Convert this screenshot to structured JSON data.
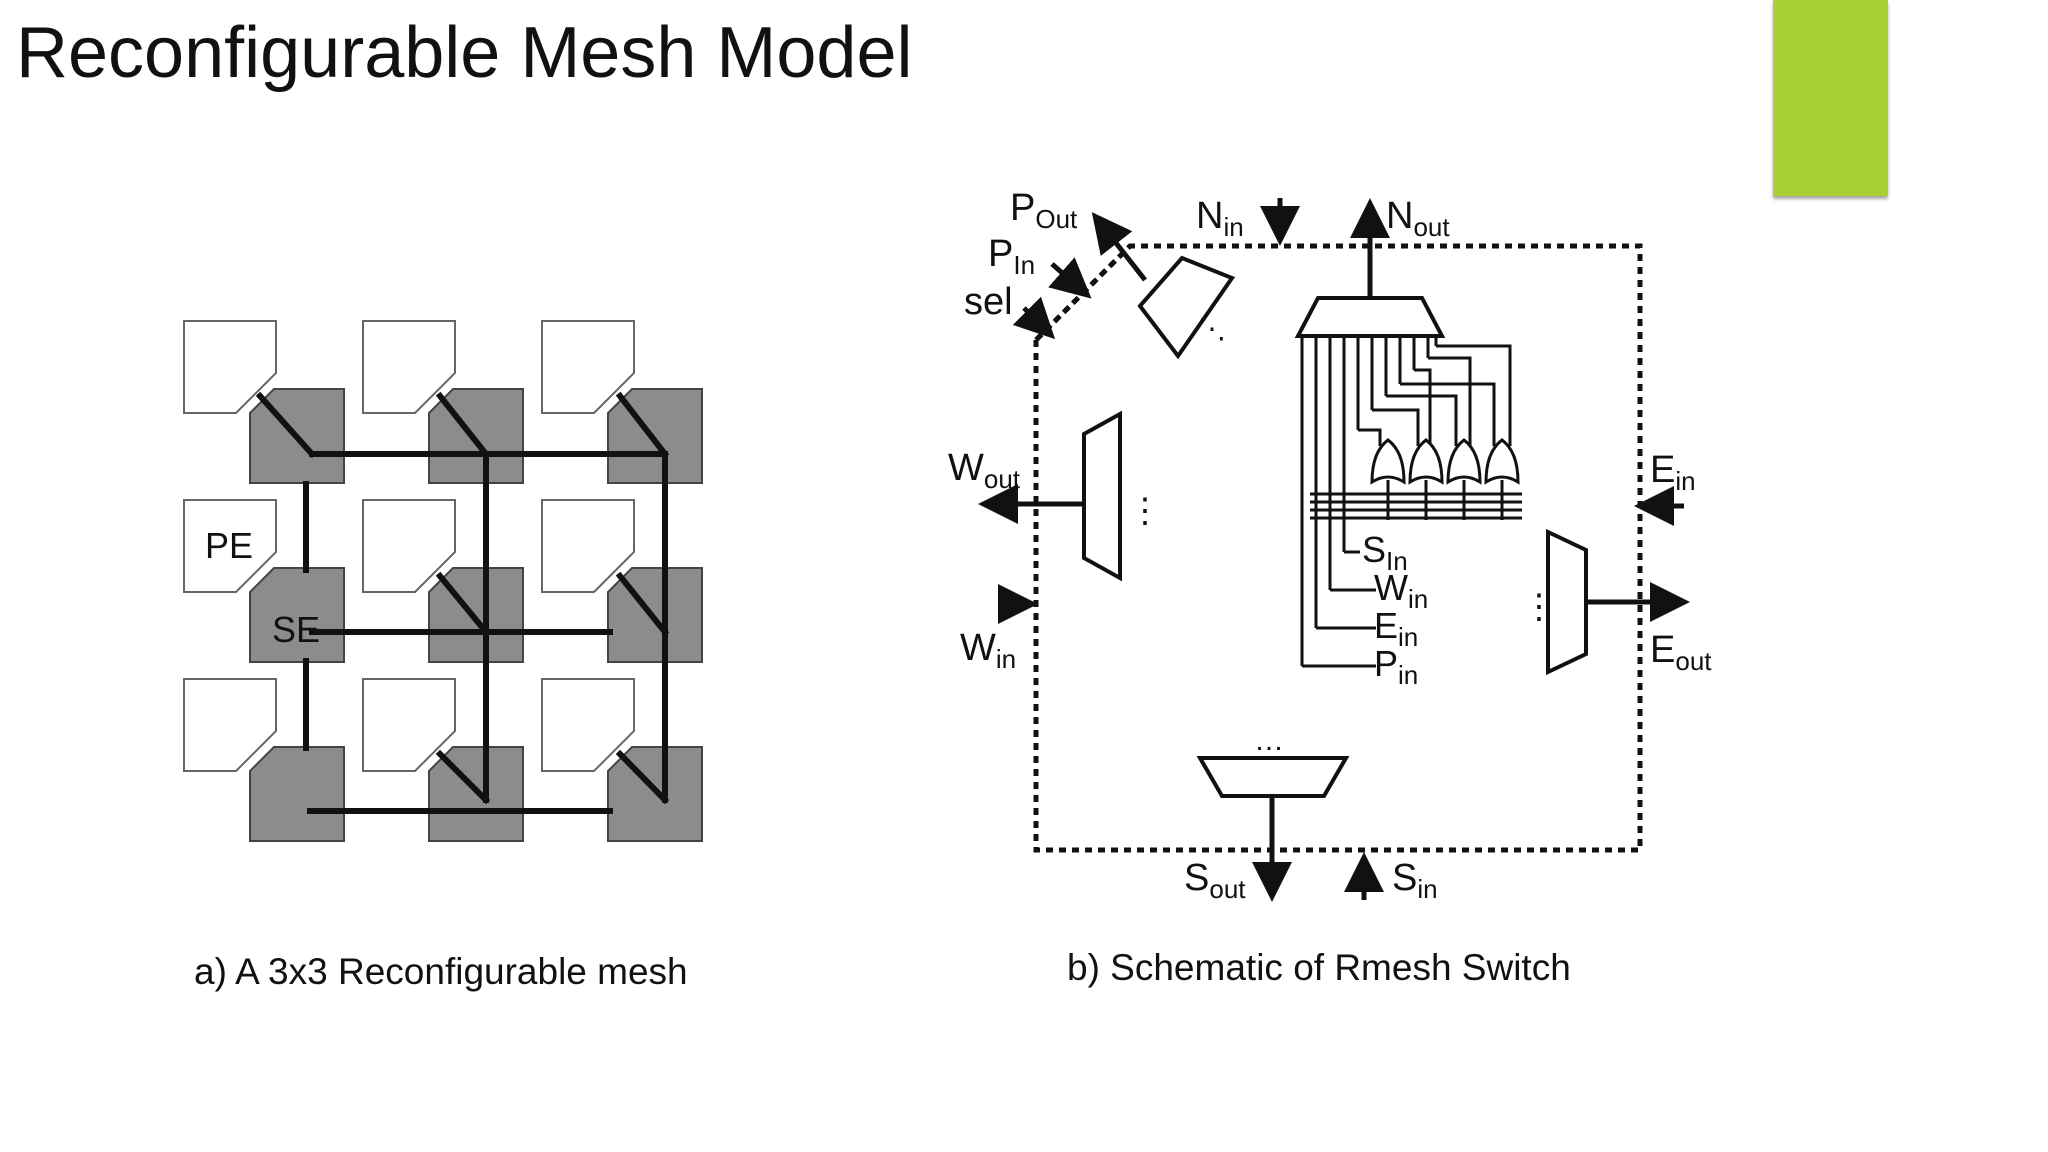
{
  "slide": {
    "title": "Reconfigurable Mesh Model",
    "accent_color": "#a9d134"
  },
  "mesh": {
    "caption": "a) A 3x3 Reconfigurable mesh",
    "pe_label": "PE",
    "se_label": "SE",
    "pe_fill": "#ffffff",
    "se_fill": "#8c8c8c"
  },
  "switch": {
    "caption": "b) Schematic of Rmesh Switch",
    "ports": {
      "p_out": {
        "main": "P",
        "sub": "Out"
      },
      "p_in": {
        "main": "P",
        "sub": "In"
      },
      "sel": "sel",
      "n_in": {
        "main": "N",
        "sub": "in"
      },
      "n_out": {
        "main": "N",
        "sub": "out"
      },
      "w_out": {
        "main": "W",
        "sub": "out"
      },
      "w_in": {
        "main": "W",
        "sub": "in"
      },
      "e_in": {
        "main": "E",
        "sub": "in"
      },
      "e_out": {
        "main": "E",
        "sub": "out"
      },
      "s_out": {
        "main": "S",
        "sub": "out"
      },
      "s_in": {
        "main": "S",
        "sub": "in"
      }
    },
    "bus_labels": [
      {
        "main": "S",
        "sub": "In"
      },
      {
        "main": "W",
        "sub": "in"
      },
      {
        "main": "E",
        "sub": "in"
      },
      {
        "main": "P",
        "sub": "in"
      }
    ]
  }
}
